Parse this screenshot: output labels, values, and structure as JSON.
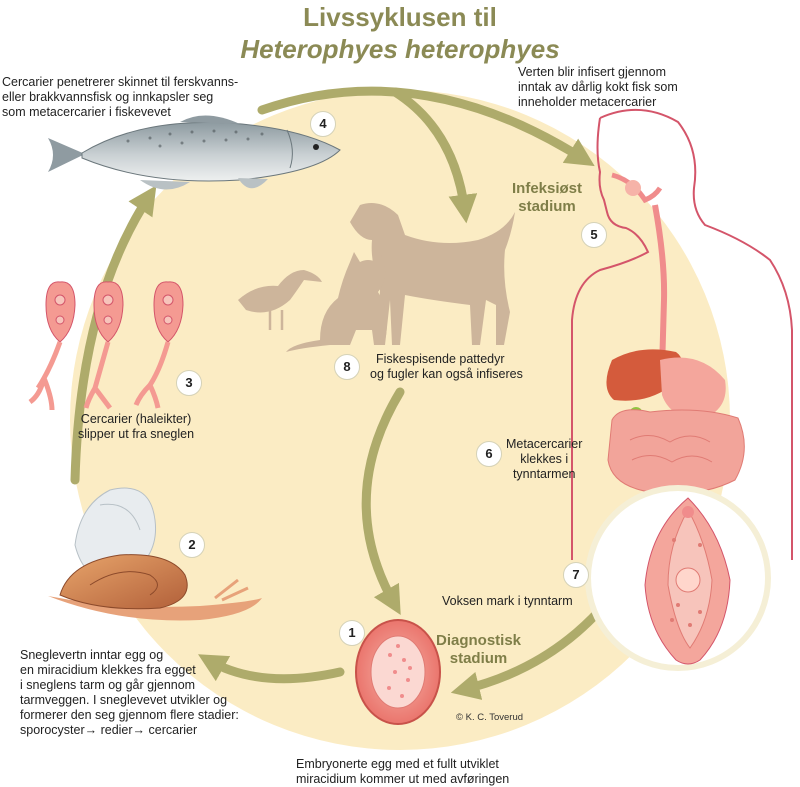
{
  "title_line1": "Livssyklusen til",
  "title_line2": "Heterophyes heterophyes",
  "steps": [
    {
      "number": "1",
      "caption": [
        "Embryonerte egg med et fullt utviklet",
        "miracidium kommer ut med avføringen"
      ]
    },
    {
      "number": "2",
      "caption": [
        "Sneglevertn inntar egg og",
        "en miracidium klekkes fra egget",
        "i sneglens tarm og  går gjennom",
        "tarmveggen.  I sneglevevet utvikler og",
        "formerer den seg gjennom flere stadier:",
        "sporocyster→ redier→ cercarier"
      ]
    },
    {
      "number": "3",
      "caption": [
        "Cercarier (haleikter)",
        "slipper ut fra sneglen"
      ]
    },
    {
      "number": "4",
      "caption": [
        "Cercarier penetrerer skinnet til ferskvanns-",
        "eller brakkvannsfisk og innkapsler seg",
        "som metacercarier i fiskevevet"
      ]
    },
    {
      "number": "5",
      "caption": [
        "Verten blir infisert gjennom",
        "inntak av dårlig kokt fisk som",
        "inneholder metacercarier"
      ]
    },
    {
      "number": "6",
      "caption": [
        "Metacercarier",
        "klekkes i",
        "tynntarmen"
      ]
    },
    {
      "number": "7",
      "caption": [
        "Voksen mark i tynntarm"
      ]
    },
    {
      "number": "8",
      "caption": [
        "Fiskespisende pattedyr",
        "og fugler kan også infiseres"
      ]
    }
  ],
  "stage_labels": {
    "infective": [
      "Infeksiøst",
      "stadium"
    ],
    "diagnostic": [
      "Diagnostisk",
      "stadium"
    ]
  },
  "credit": "© K. C. Toverud",
  "colors": {
    "background_circle": "#fbecc4",
    "arrow": "#aeab6b",
    "title": "#8b8a55",
    "stage_label": "#7f7e48",
    "body_outline": "#d4556a",
    "animal_silhouette": "#cdb59b",
    "worm_pink": "#f08c8c"
  }
}
